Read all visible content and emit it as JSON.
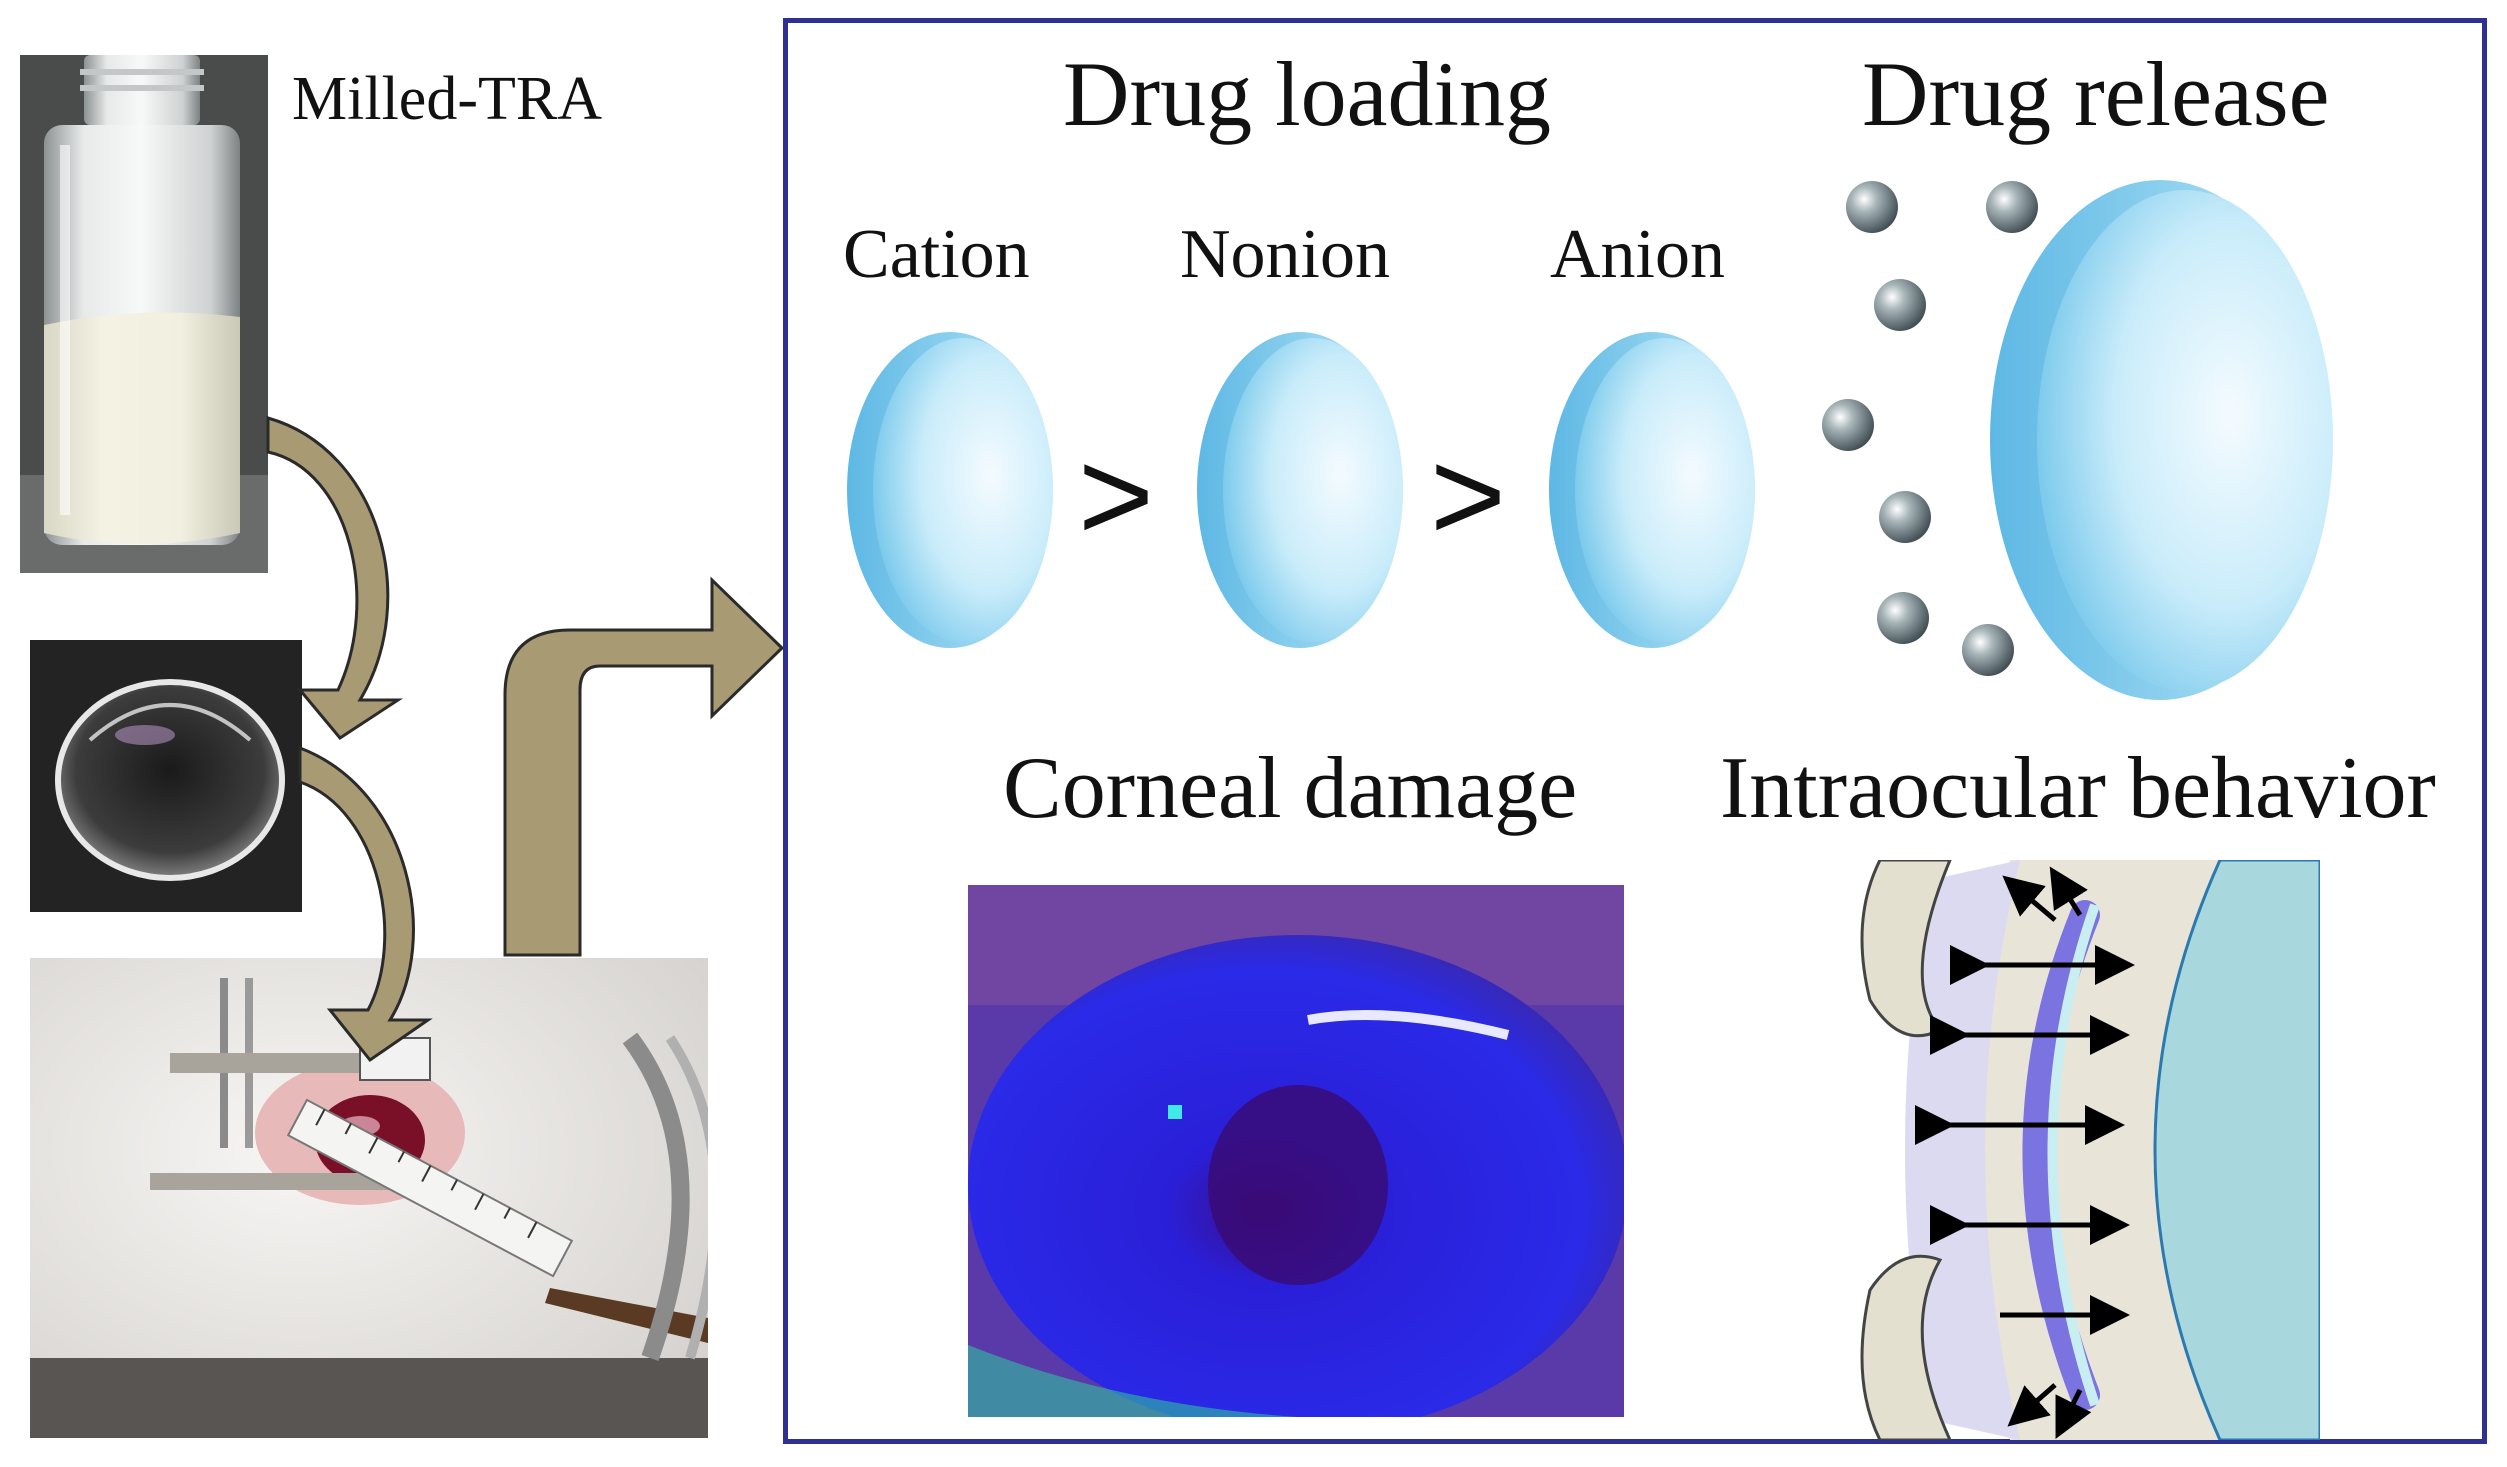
{
  "left": {
    "vial_label": "Milled-TRA"
  },
  "panel": {
    "drug_loading_title": "Drug loading",
    "drug_release_title": "Drug release",
    "lens_types": [
      "Cation",
      "Nonion",
      "Anion"
    ],
    "comparison_symbols": [
      ">",
      ">"
    ],
    "corneal_damage_title": "Corneal damage",
    "intraocular_title": "Intraocular behavior"
  },
  "colors": {
    "panel_border": "#2e3192",
    "arrow_fill": "#a89a72",
    "arrow_stroke": "#2a2a2a",
    "lens_blue": "#8fd6f0",
    "fluorescein_blue": "#2a1fd8",
    "diagram_lens": "#7b73e0",
    "diagram_eye": "#a9d7de",
    "diagram_tissue": "#e6e2d6"
  }
}
